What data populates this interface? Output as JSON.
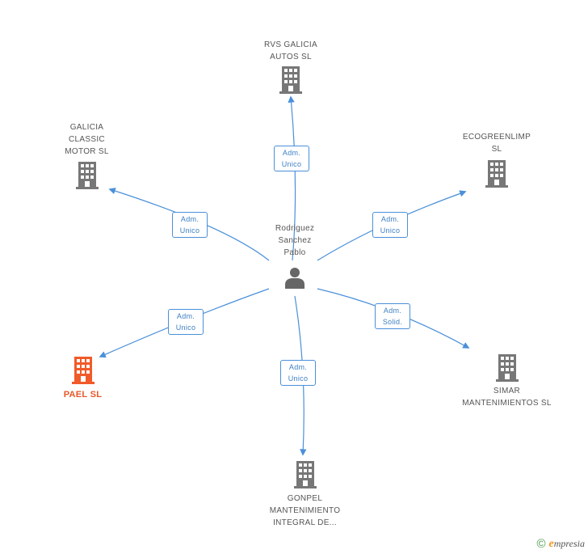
{
  "center": {
    "name_lines": [
      "Rodriguez",
      "Sanchez",
      "Pablo"
    ],
    "icon": "person-icon"
  },
  "companies": [
    {
      "id": "rvs",
      "name_lines": [
        "RVS GALICIA",
        "AUTOS  SL"
      ],
      "icon": "building-icon",
      "color": "#777777"
    },
    {
      "id": "galicia",
      "name_lines": [
        "GALICIA",
        "CLASSIC",
        "MOTOR SL"
      ],
      "icon": "building-icon",
      "color": "#777777"
    },
    {
      "id": "ecogreen",
      "name_lines": [
        "ECOGREENLIMP",
        "SL"
      ],
      "icon": "building-icon",
      "color": "#777777"
    },
    {
      "id": "pael",
      "name_lines": [
        "PAEL SL"
      ],
      "icon": "building-icon",
      "color": "#f15a29"
    },
    {
      "id": "simar",
      "name_lines": [
        "SIMAR",
        "MANTENIMIENTOS SL"
      ],
      "icon": "building-icon",
      "color": "#777777"
    },
    {
      "id": "gonpel",
      "name_lines": [
        "GONPEL",
        "MANTENIMIENTO",
        "INTEGRAL DE..."
      ],
      "icon": "building-icon",
      "color": "#777777"
    }
  ],
  "relations": [
    {
      "target": "rvs",
      "label_lines": [
        "Adm.",
        "Unico"
      ]
    },
    {
      "target": "galicia",
      "label_lines": [
        "Adm.",
        "Unico"
      ]
    },
    {
      "target": "ecogreen",
      "label_lines": [
        "Adm.",
        "Unico"
      ]
    },
    {
      "target": "pael",
      "label_lines": [
        "Adm.",
        "Unico"
      ]
    },
    {
      "target": "simar",
      "label_lines": [
        "Adm.",
        "Solid."
      ]
    },
    {
      "target": "gonpel",
      "label_lines": [
        "Adm.",
        "Unico"
      ]
    }
  ],
  "colors": {
    "edge": "#4a90d9",
    "center_icon": "#666666"
  },
  "footer": {
    "copyright_symbol": "©",
    "brand_initial": "e",
    "brand_rest": "mpresia"
  }
}
